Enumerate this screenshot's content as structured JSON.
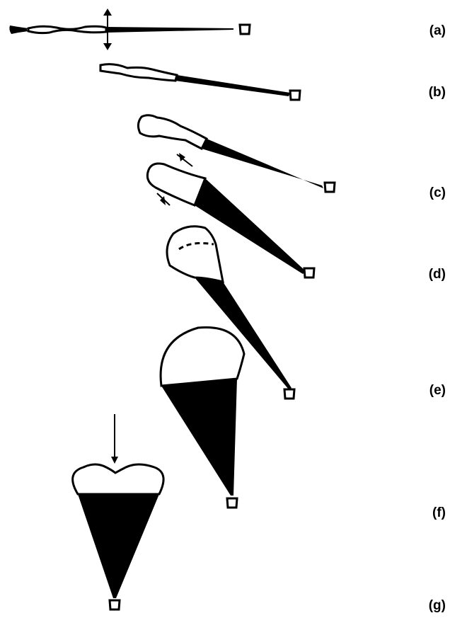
{
  "labels": [
    "(a)",
    "(b)",
    "(c)",
    "(d)",
    "(e)",
    "(f)",
    "(g)"
  ],
  "colors": {
    "ink": "#000000",
    "paper": "#ffffff"
  }
}
